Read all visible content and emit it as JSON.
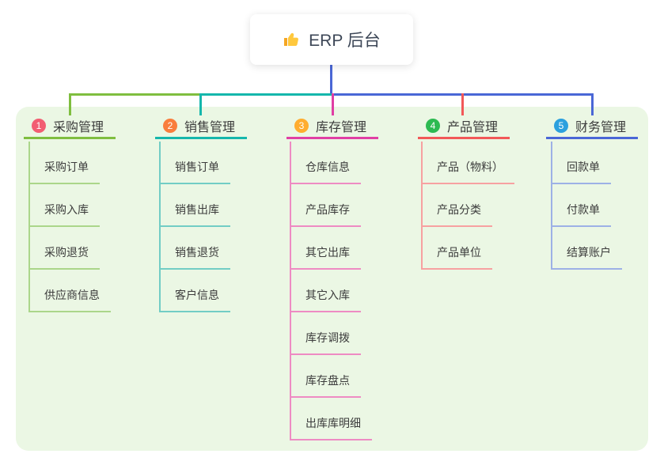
{
  "title": "ERP 后台",
  "root": {
    "icon": "thumbs-up-icon",
    "label": "ERP 后台"
  },
  "colors": {
    "background": "#ffffff",
    "panel_background": "#ebf7e4",
    "root_connector": "#4a67d6",
    "root_text": "#3d4757",
    "node_text": "#3c3c3c",
    "thumb_icon": "#ffc83d",
    "thumb_icon_sleeve": "#f5a623"
  },
  "branches": [
    {
      "index": "1",
      "label": "采购管理",
      "badge_color": "#f25e72",
      "line_color": "#7fbe3f",
      "child_line_color": "#abd68a",
      "children": [
        "采购订单",
        "采购入库",
        "采购退货",
        "供应商信息"
      ]
    },
    {
      "index": "2",
      "label": "销售管理",
      "badge_color": "#f97d3d",
      "line_color": "#15b7ac",
      "child_line_color": "#72cdc5",
      "children": [
        "销售订单",
        "销售出库",
        "销售退货",
        "客户信息"
      ]
    },
    {
      "index": "3",
      "label": "库存管理",
      "badge_color": "#ffad2f",
      "line_color": "#e03fa4",
      "child_line_color": "#ee8bc3",
      "children": [
        "仓库信息",
        "产品库存",
        "其它出库",
        "其它入库",
        "库存调拨",
        "库存盘点",
        "出库库明细"
      ]
    },
    {
      "index": "4",
      "label": "产品管理",
      "badge_color": "#2dba52",
      "line_color": "#f25858",
      "child_line_color": "#f7a1a1",
      "children": [
        "产品（物料）",
        "产品分类",
        "产品单位"
      ]
    },
    {
      "index": "5",
      "label": "财务管理",
      "badge_color": "#2ba0de",
      "line_color": "#4a67d6",
      "child_line_color": "#9db1e6",
      "children": [
        "回款单",
        "付款单",
        "结算账户"
      ]
    }
  ]
}
